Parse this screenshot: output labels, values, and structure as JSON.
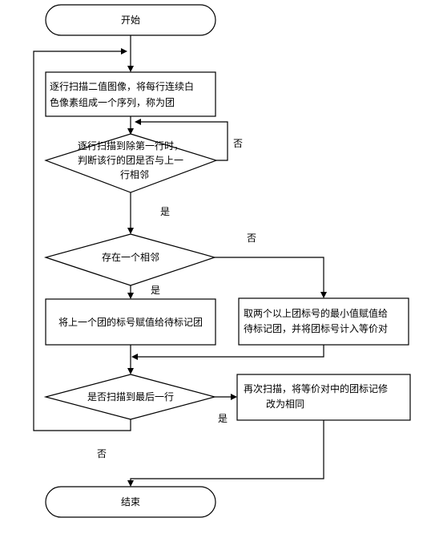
{
  "nodes": {
    "start": {
      "text": "开始"
    },
    "scan": {
      "lines": [
        "逐行扫描二值图像，将每行连续白",
        "色像素组成一个序列，称为团"
      ]
    },
    "adjacent_check": {
      "lines": [
        "逐行扫描到除第一行时，",
        "判断该行的团是否与上一",
        "行相邻"
      ]
    },
    "one_adjacent": {
      "text": "存在一个相邻"
    },
    "assign_label": {
      "text": "将上一个团的标号赋值给待标记团"
    },
    "min_label": {
      "lines": [
        "取两个以上团标号的最小值赋值给",
        "待标记团，并将团标号计入等价对"
      ]
    },
    "last_row": {
      "text": "是否扫描到最后一行"
    },
    "rescan": {
      "lines": [
        "再次扫描，将等价对中的团标记修",
        "改为相同"
      ]
    },
    "end": {
      "text": "结束"
    }
  },
  "edge_labels": {
    "adjacent_no": "否",
    "adjacent_yes": "是",
    "one_no": "否",
    "one_yes": "是",
    "last_yes": "是",
    "last_no": "否"
  }
}
